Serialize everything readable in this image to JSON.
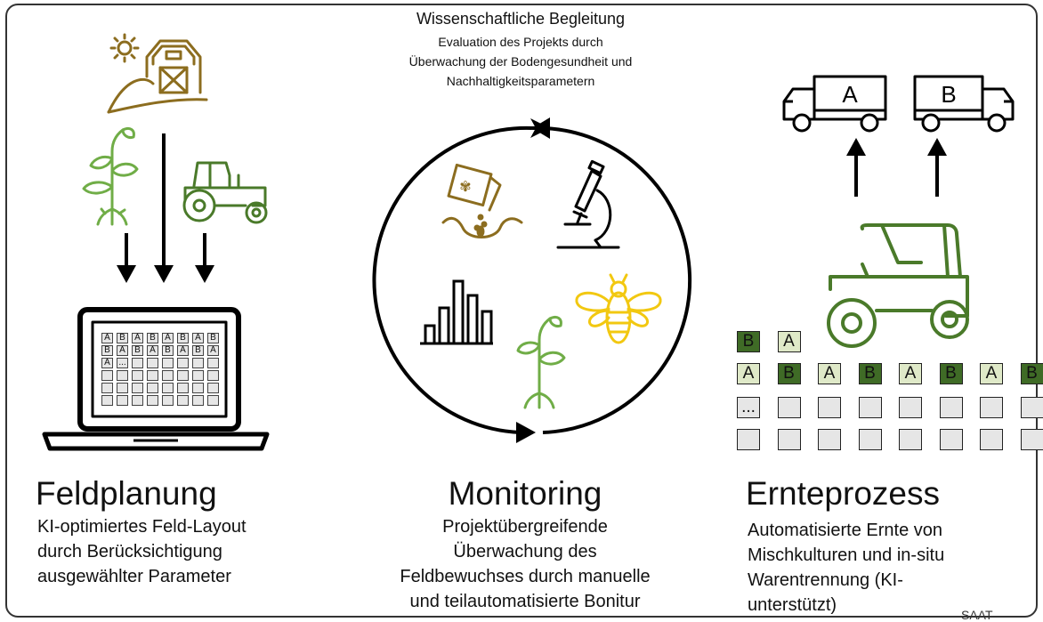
{
  "top": {
    "title": "Wissenschaftliche Begleitung",
    "lines": [
      "Evaluation des Projekts durch",
      "Überwachung der Bodengesundheit und",
      "Nachhaltigkeitsparametern"
    ]
  },
  "left": {
    "heading": "Feldplanung",
    "lines": [
      "KI-optimiertes Feld-Layout",
      "durch Berücksichtigung",
      "ausgewählter Parameter"
    ],
    "grid_rows": [
      [
        "A",
        "B",
        "A",
        "B",
        "A",
        "B",
        "A",
        "B"
      ],
      [
        "B",
        "A",
        "B",
        "A",
        "B",
        "A",
        "B",
        "A"
      ],
      [
        "A",
        "...",
        "",
        "",
        "",
        "",
        "",
        ""
      ],
      [
        "",
        "",
        "",
        "",
        "",
        "",
        "",
        ""
      ],
      [
        "",
        "",
        "",
        "",
        "",
        "",
        "",
        ""
      ],
      [
        "",
        "",
        "",
        "",
        "",
        "",
        "",
        ""
      ]
    ]
  },
  "middle": {
    "heading": "Monitoring",
    "lines": [
      "Projektübergreifende",
      "Überwachung des",
      "Feldbewuchses durch manuelle",
      "und teilautomatisierte Bonitur"
    ],
    "seed_packet_glyph": "✾"
  },
  "right": {
    "heading": "Ernteprozess",
    "lines": [
      "Automatisierte Ernte von",
      "Mischkulturen und in-situ",
      "Warentrennung (KI-",
      "unterstützt)"
    ],
    "truck_labels": [
      "A",
      "B"
    ],
    "harvested": [
      "B",
      "A"
    ],
    "grid_rows": [
      [
        "A",
        "B",
        "A",
        "B",
        "A",
        "B",
        "A",
        "B"
      ],
      [
        "...",
        "",
        "",
        "",
        "",
        "",
        "",
        ""
      ],
      [
        "",
        "",
        "",
        "",
        "",
        "",
        "",
        ""
      ]
    ],
    "corner_text": "SAAT"
  },
  "colors": {
    "brown": "#8c6d1f",
    "green_light": "#70ad47",
    "green_dark": "#4a7a2a",
    "yellow": "#f2c811",
    "cell_a": "#dfe9c8",
    "cell_b": "#3f6b26"
  }
}
